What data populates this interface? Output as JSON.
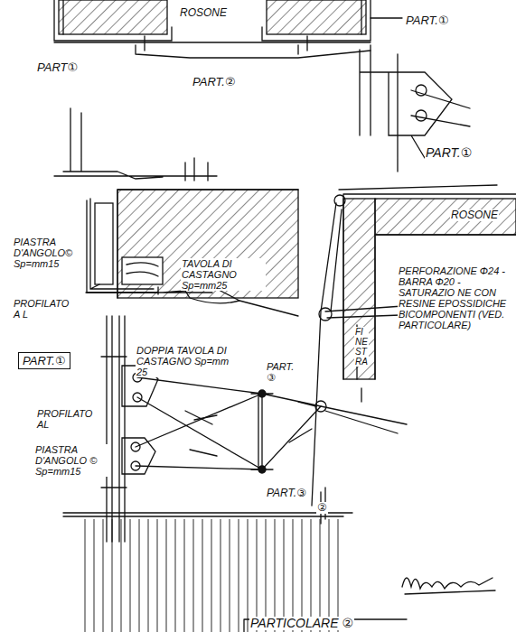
{
  "diagram": {
    "nodes": [
      {
        "text": [
          "PART.①"
        ]
      }
    ],
    "labels": [
      "ROSONE",
      "PART.①",
      "PART①",
      "PART.②",
      "PART.①",
      "PIASTRA D'ANGOLO© Sp=mm15",
      "TAVOLA DI CASTAGNO Sp=mm25",
      "ROSONE",
      "PERFORAZIONE Φ24 - BARRA Φ20 - SATURAZIO NE CON RESINE EPOSSIDICHE BICOMPONENTI (VED. PARTICOLARE)",
      "PROFILATO A L",
      "FINESTRA",
      "DOPPIA TAVOLA DI CASTAGNO Sp=mm 25",
      "PART. ③",
      "PROFILATO AL",
      "PIASTRA D'ANGOLO © Sp=mm15",
      "PART.③",
      "②",
      "PARTICOLARE ②"
    ]
  }
}
